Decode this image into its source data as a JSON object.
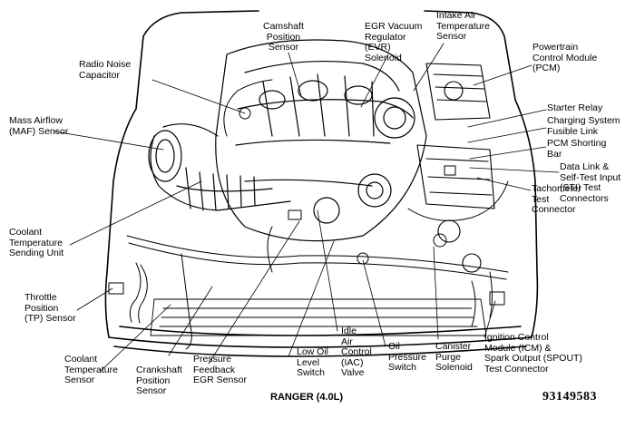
{
  "labels": {
    "camshaft_position_sensor": "Camshaft\nPosition\nSensor",
    "egr_vacuum_regulator": "EGR Vacuum\nRegulator\n(EVR)\nSolenoid",
    "intake_air_temperature_sensor": "Intake Air\nTemperature\nSensor",
    "powertrain_control_module": "Powertrain\nControl Module\n(PCM)",
    "radio_noise_capacitor": "Radio Noise\nCapacitor",
    "mass_airflow_sensor": "Mass Airflow\n(MAF) Sensor",
    "starter_relay": "Starter Relay",
    "charging_system_fusible_link": "Charging System\nFusible Link",
    "pcm_shorting_bar": "PCM Shorting\nBar",
    "data_link_self_test": "Data Link &\nSelf-Test Input\n(STI) Test\nConnectors",
    "tachometer_test_connector": "Tachometer\nTest\nConnector",
    "coolant_temperature_sending_unit": "Coolant\nTemperature\nSending Unit",
    "throttle_position_sensor": "Throttle\nPosition\n(TP) Sensor",
    "coolant_temperature_sensor": "Coolant\nTemperature\nSensor",
    "crankshaft_position_sensor": "Crankshaft\nPosition\nSensor",
    "pressure_feedback_egr_sensor": "Pressure\nFeedback\nEGR Sensor",
    "low_oil_level_switch": "Low Oil\nLevel\nSwitch",
    "idle_air_control_valve": "Idle\nAir\nControl\n(IAC)\nValve",
    "oil_pressure_switch": "Oil\nPressure\nSwitch",
    "canister_purge_solenoid": "Canister\nPurge\nSolenoid",
    "ignition_control_module": "Ignition Control\nModule (ICM) &\nSpark Output (SPOUT)\nTest Connector"
  },
  "caption": "RANGER (4.0L)",
  "document_number": "93149583",
  "colors": {
    "ink": "#000000",
    "paper": "#ffffff"
  }
}
